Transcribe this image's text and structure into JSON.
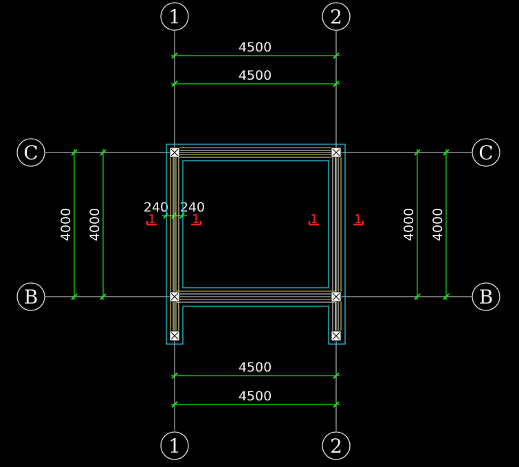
{
  "grid": {
    "vertical": [
      {
        "label": "1"
      },
      {
        "label": "2"
      }
    ],
    "horizontal": [
      {
        "label": "C"
      },
      {
        "label": "B"
      }
    ]
  },
  "dimensions": {
    "top_outer": "4500",
    "top_inner": "4500",
    "bottom_inner": "4500",
    "bottom_outer": "4500",
    "left_outer": "4000",
    "left_inner": "4000",
    "right_inner": "4000",
    "right_outer": "4000",
    "wall_left": "240",
    "wall_right": "240"
  },
  "section_marks": [
    "1",
    "1",
    "1",
    "1"
  ],
  "colors": {
    "background": "#000000",
    "dimension": "#18e018",
    "wall": "#20c8d8",
    "beam": "#e8d040",
    "section": "#ff2020",
    "axis": "#d8d8d8"
  }
}
